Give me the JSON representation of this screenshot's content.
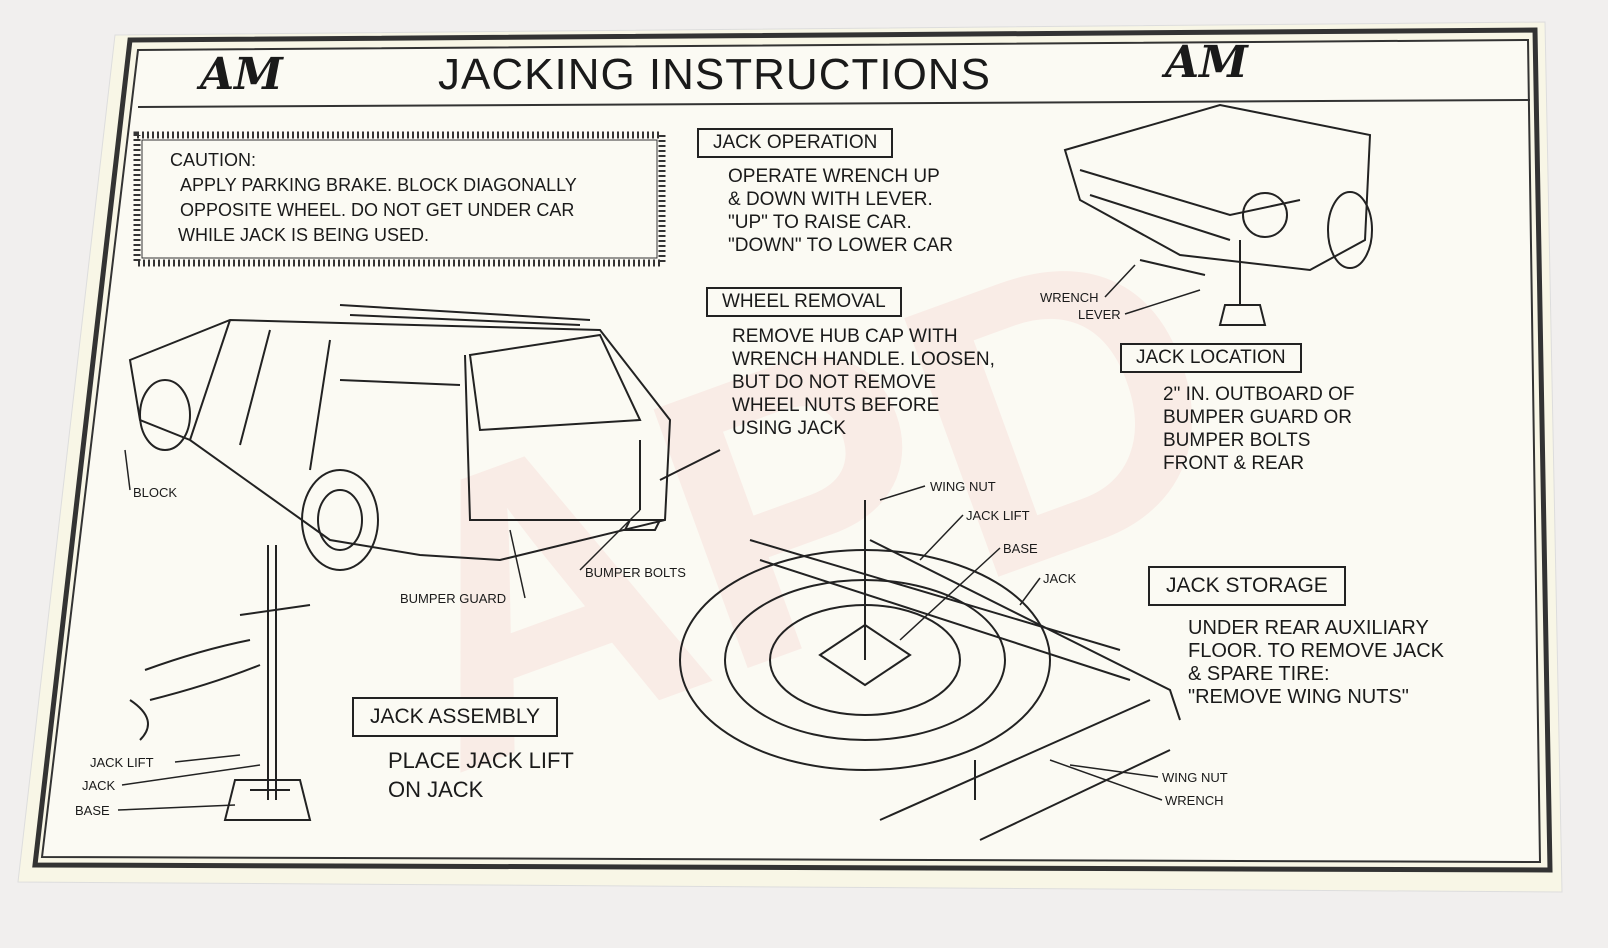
{
  "header": {
    "title": "JACKING INSTRUCTIONS",
    "logo_left": "AM",
    "logo_right": "AM"
  },
  "watermark": "APD",
  "caution": {
    "heading": "CAUTION:",
    "lines": [
      "APPLY PARKING BRAKE. BLOCK DIAGONALLY",
      "OPPOSITE WHEEL. DO NOT GET UNDER CAR",
      "WHILE JACK IS BEING USED."
    ]
  },
  "jack_operation": {
    "heading": "JACK OPERATION",
    "lines": [
      "OPERATE WRENCH UP",
      "& DOWN WITH LEVER.",
      "\"UP\" TO RAISE CAR.",
      "\"DOWN\" TO LOWER CAR"
    ]
  },
  "wheel_removal": {
    "heading": "WHEEL REMOVAL",
    "lines": [
      "REMOVE HUB CAP WITH",
      "WRENCH HANDLE. LOOSEN,",
      "BUT DO NOT REMOVE",
      "WHEEL NUTS BEFORE",
      "USING JACK"
    ]
  },
  "jack_location": {
    "heading": "JACK LOCATION",
    "lines": [
      "2\" IN. OUTBOARD OF",
      "BUMPER GUARD OR",
      "BUMPER BOLTS",
      "FRONT & REAR"
    ]
  },
  "jack_storage": {
    "heading": "JACK STORAGE",
    "lines": [
      "UNDER REAR AUXILIARY",
      "FLOOR. TO REMOVE JACK",
      "& SPARE TIRE:",
      "\"REMOVE WING NUTS\""
    ]
  },
  "jack_assembly": {
    "heading": "JACK ASSEMBLY",
    "lines": [
      "PLACE JACK LIFT",
      "ON JACK"
    ]
  },
  "labels": {
    "block": "BLOCK",
    "bumper_guard": "BUMPER GUARD",
    "bumper_bolts": "BUMPER BOLTS",
    "wrench_top": "WRENCH",
    "lever": "LEVER",
    "wing_nut_top": "WING NUT",
    "jack_lift_storage": "JACK LIFT",
    "base_storage": "BASE",
    "jack_storage": "JACK",
    "wing_nut_bottom": "WING NUT",
    "wrench_bottom": "WRENCH",
    "jack_lift_assembly": "JACK LIFT",
    "jack_assembly": "JACK",
    "base_assembly": "BASE"
  }
}
